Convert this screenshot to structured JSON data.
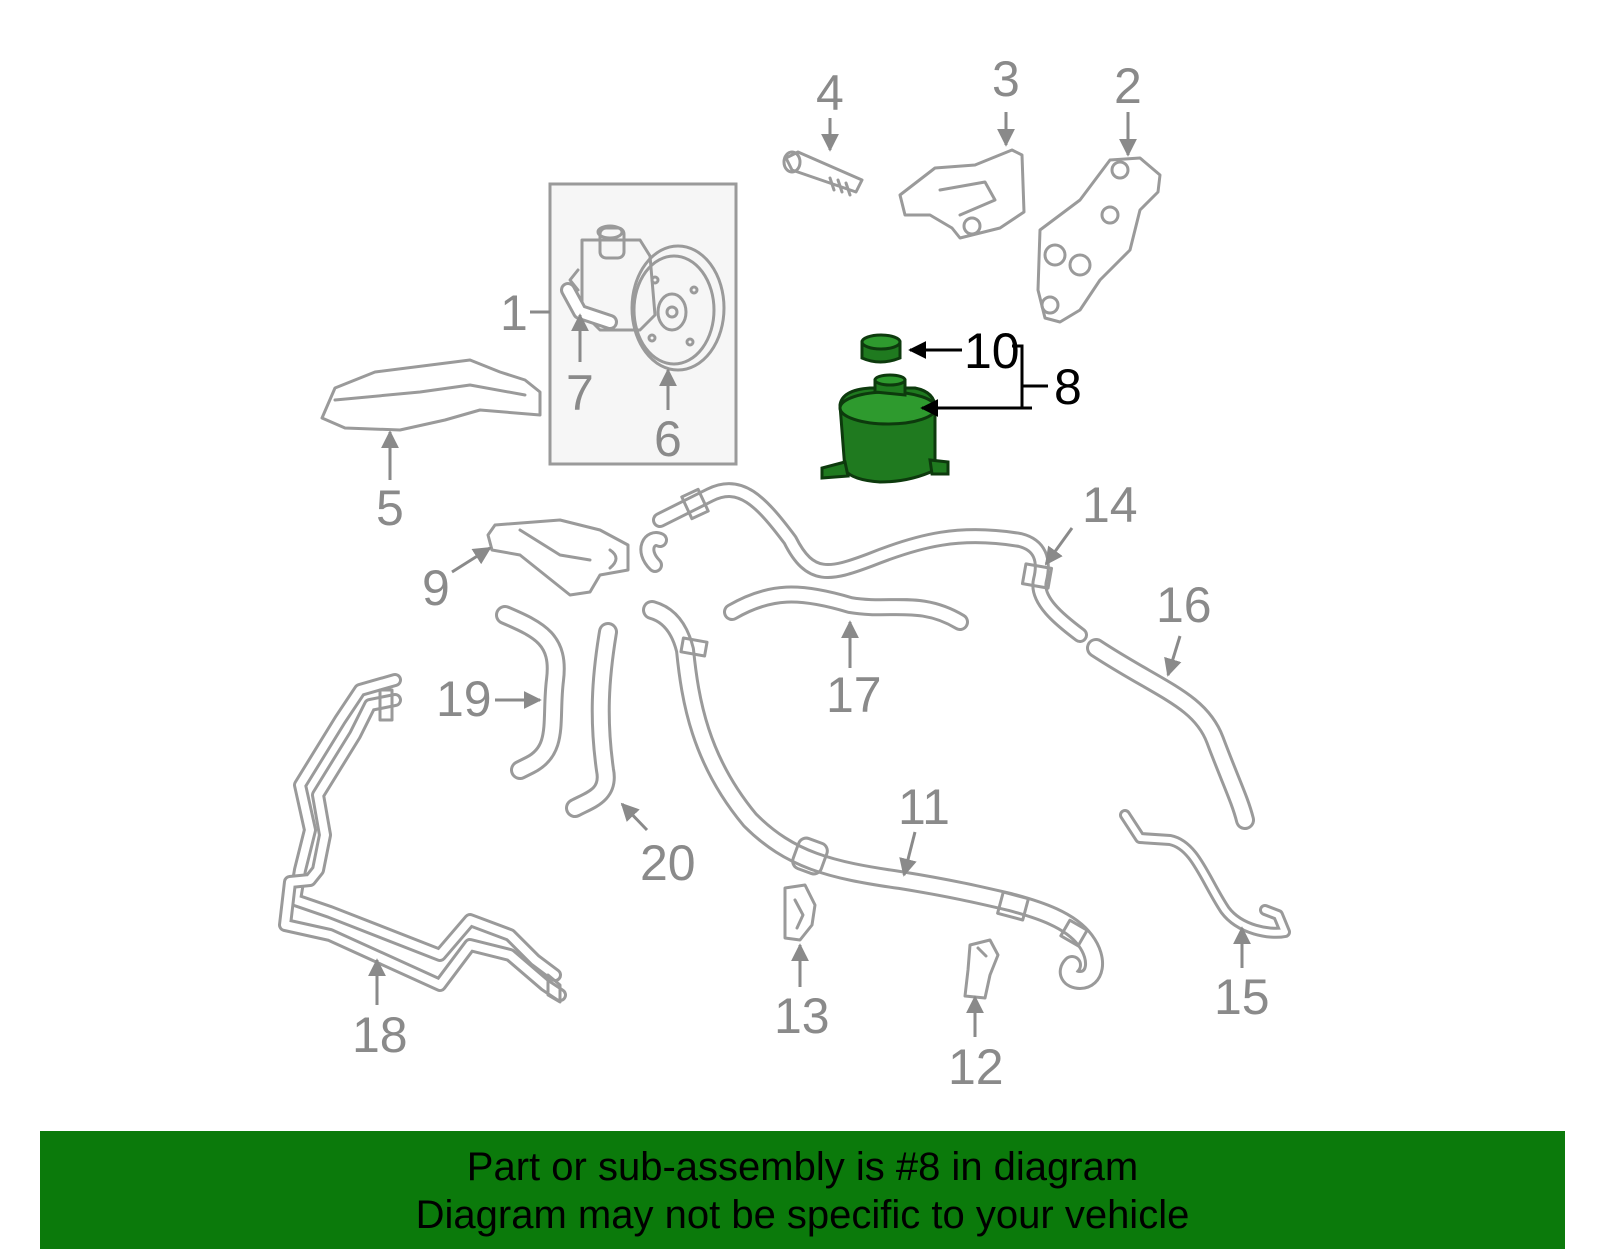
{
  "callouts": {
    "c1": "1",
    "c2": "2",
    "c3": "3",
    "c4": "4",
    "c5": "5",
    "c6": "6",
    "c7": "7",
    "c8": "8",
    "c9": "9",
    "c10": "10",
    "c11": "11",
    "c12": "12",
    "c13": "13",
    "c14": "14",
    "c15": "15",
    "c16": "16",
    "c17": "17",
    "c18": "18",
    "c19": "19",
    "c20": "20"
  },
  "banner": {
    "line1": "Part or sub-assembly is #8 in diagram",
    "line2": "Diagram may not be specific to your vehicle"
  },
  "colors": {
    "highlight_part": "#1f7a1f",
    "banner_bg": "#0b7a0b",
    "part_stroke": "#9a9a9a",
    "callout_text": "#8a8a8a"
  }
}
